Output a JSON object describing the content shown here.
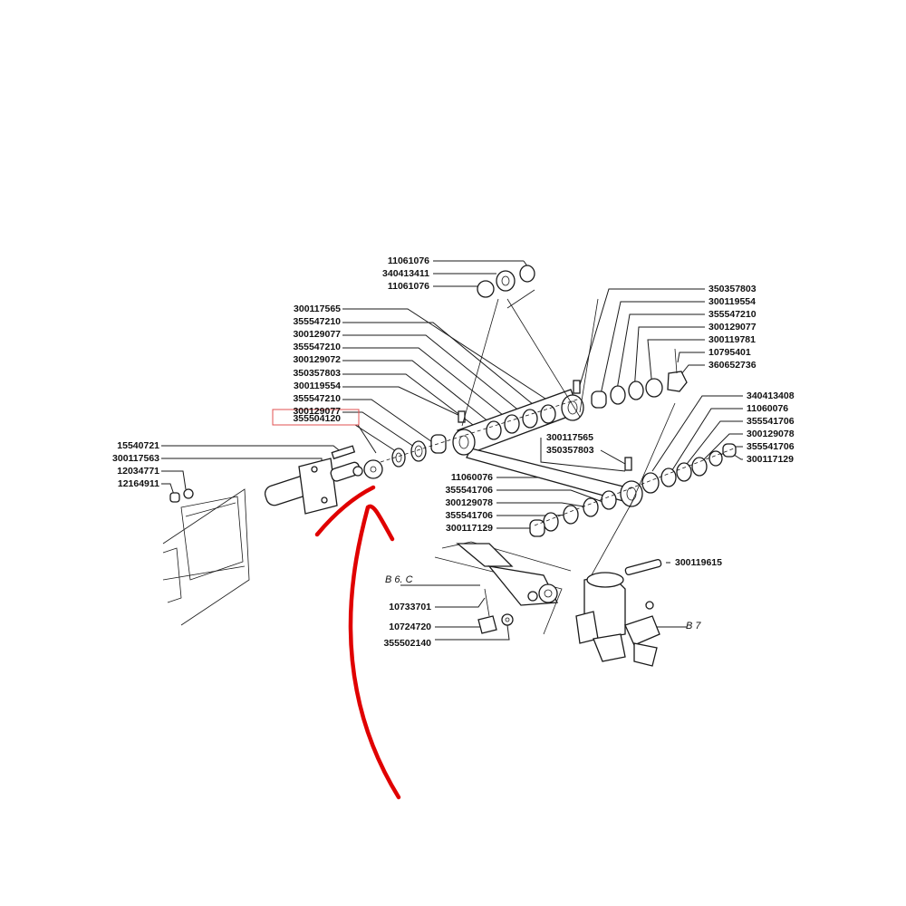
{
  "colors": {
    "ink": "#1a1a1a",
    "highlight_box": "#e05050",
    "arrow": "#e00000"
  },
  "highlighted_label": "355504120",
  "labels": {
    "top": [
      "11061076",
      "340413411",
      "11061076"
    ],
    "left_stack": [
      "300117565",
      "355547210",
      "300129077",
      "355547210",
      "300129072",
      "350357803",
      "300119554",
      "355547210",
      "300129077",
      "355504120"
    ],
    "shaft": [
      "15540721",
      "300117563",
      "12034771",
      "12164911"
    ],
    "upper_right": [
      "350357803",
      "300119554",
      "355547210",
      "300129077",
      "300119781",
      "10795401",
      "360652736"
    ],
    "right_stack": [
      "340413408",
      "11060076",
      "355541706",
      "300129078",
      "355541706",
      "300117129"
    ],
    "center": [
      "300117565",
      "350357803"
    ],
    "lower_center": [
      "11060076",
      "355541706",
      "300129078",
      "355541706",
      "300117129"
    ],
    "king_pin": "300119615",
    "bottom": [
      "10733701",
      "10724720",
      "355502140"
    ],
    "refs": [
      "B 6. C",
      "B 7"
    ]
  }
}
